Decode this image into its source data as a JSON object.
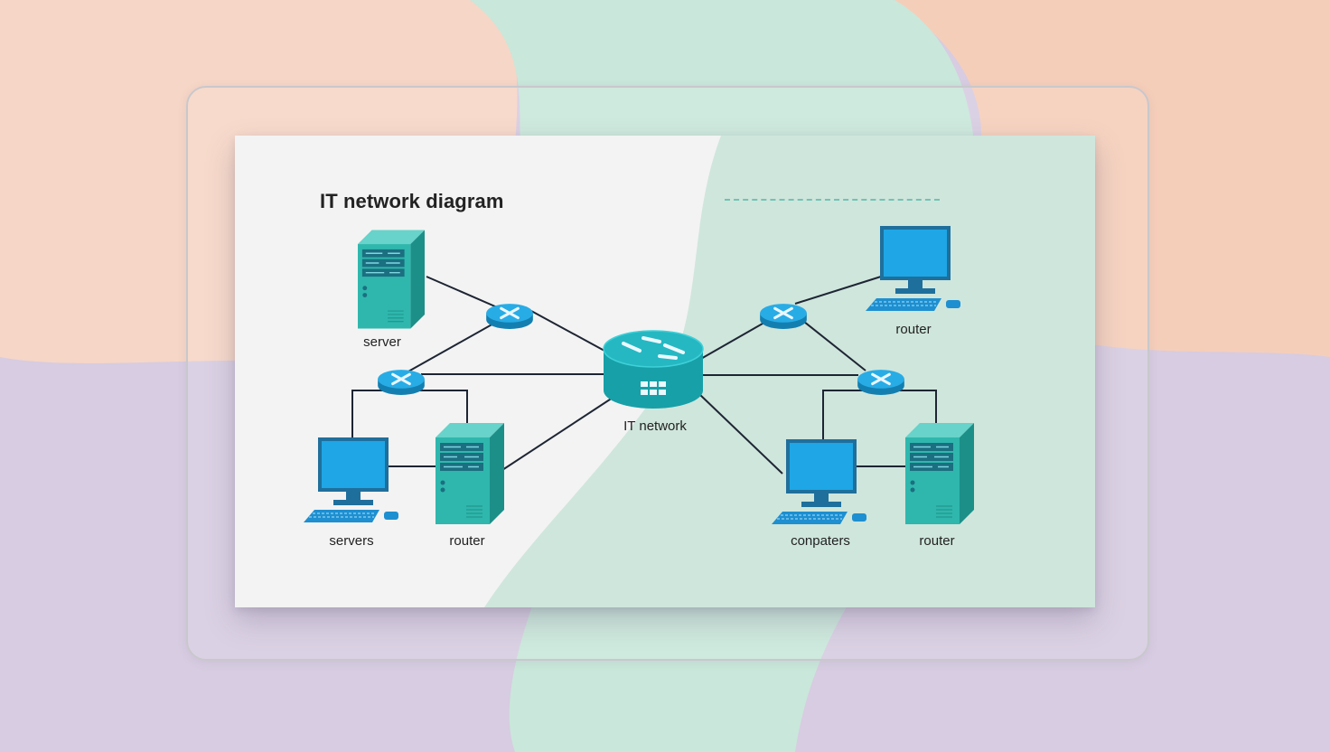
{
  "diagram": {
    "title": "IT network diagram",
    "hub_label": "IT network",
    "labels": {
      "top_left_server": "server",
      "bottom_left_computer": "servers",
      "bottom_left_tower": "router",
      "top_right_computer": "router",
      "bottom_right_computer": "conpaters",
      "bottom_right_tower": "router"
    }
  },
  "colors": {
    "teal": "#2bb3aa",
    "teal_dark": "#1c8f88",
    "screen_blue": "#1ea6e6",
    "router_blue": "#1b9ed9",
    "link": "#1e2533",
    "panel_mint": "#cfe6dc"
  }
}
